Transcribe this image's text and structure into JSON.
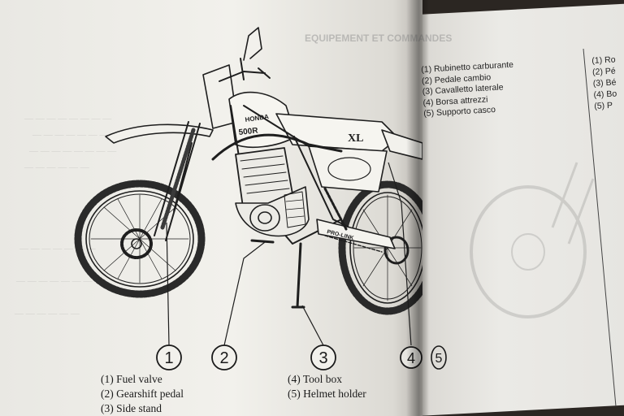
{
  "left_page": {
    "callouts": [
      "1",
      "2",
      "3",
      "4",
      "5"
    ],
    "captions": [
      "(1) Fuel valve",
      "(2) Gearshift pedal",
      "(3) Side stand",
      "(4) Tool box",
      "(5) Helmet holder"
    ],
    "motorcycle": {
      "brand_mark": "HONDA",
      "tank_label": "500R",
      "side_label": "XL",
      "swingarm_label": "PRO-LINK"
    },
    "ghost_header": "EQUIPEMENT ET COMMANDES"
  },
  "right_page": {
    "legend": [
      "(1) Rubinetto carburante",
      "(2) Pedale cambio",
      "(3) Cavalletto laterale",
      "(4) Borsa attrezzi",
      "(5) Supporto casco"
    ],
    "legend_fr": [
      "(1) Ro",
      "(2) Pé",
      "(3) Bé",
      "(4) Bo",
      "(5) P"
    ]
  },
  "colors": {
    "ink": "#1b1b1b",
    "paper": "#efeee9",
    "background": "#2b2622"
  }
}
